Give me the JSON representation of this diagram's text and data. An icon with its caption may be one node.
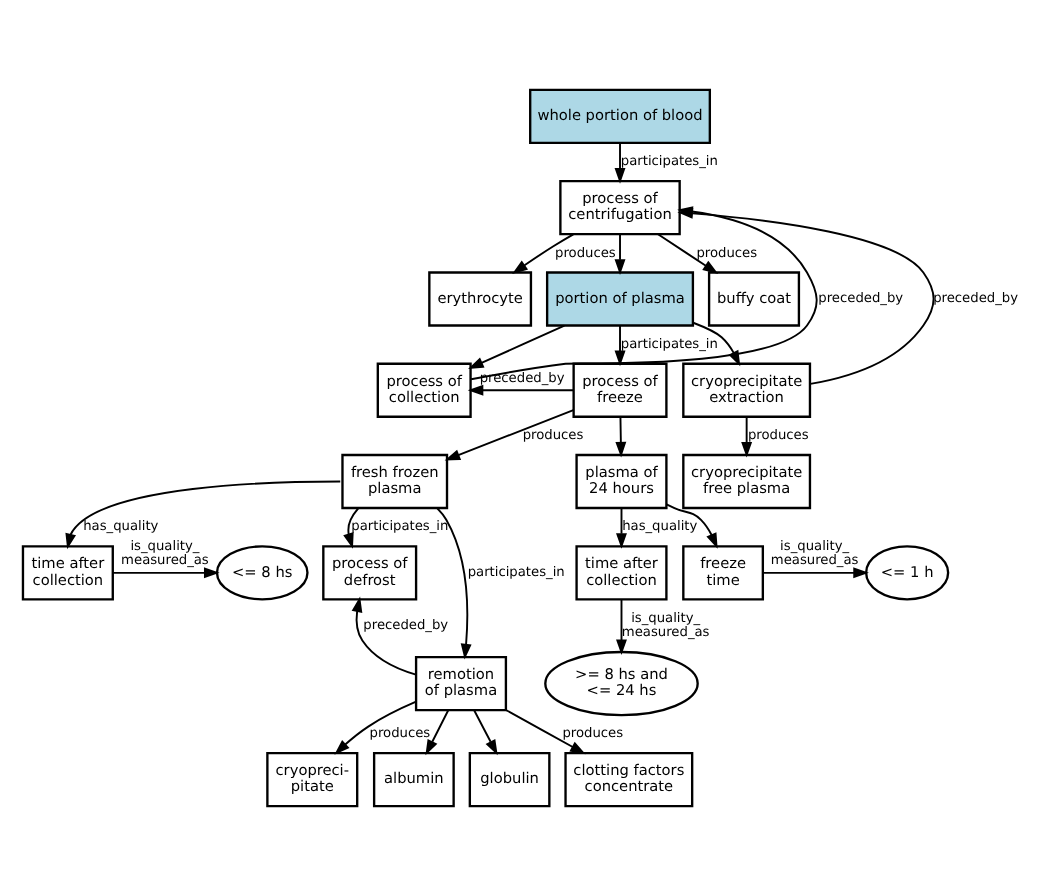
{
  "diagram": {
    "nodes": [
      {
        "text": [
          "whole portion of blood"
        ]
      },
      {
        "text": [
          "process of centrifugation"
        ]
      },
      {
        "text": [
          "erythrocyte"
        ]
      },
      {
        "text": [
          "portion of plasma"
        ]
      },
      {
        "text": [
          "buffy coat"
        ]
      },
      {
        "text": [
          "process of collection"
        ]
      },
      {
        "text": [
          "process of freeze"
        ]
      },
      {
        "text": [
          "cryoprecipitate extraction"
        ]
      },
      {
        "text": [
          "<= 8 hs"
        ]
      },
      {
        "text": [
          "time after collection"
        ]
      },
      {
        "text": [
          "fresh frozen plasma"
        ]
      },
      {
        "text": [
          "plasma of 24 hours"
        ]
      },
      {
        "text": [
          "cryoprecipitate free plasma"
        ]
      },
      {
        "text": [
          "process of defrost"
        ]
      },
      {
        "text": [
          "time after collection"
        ]
      },
      {
        "text": [
          "freeze time"
        ]
      },
      {
        "text": [
          "<= 1 h"
        ]
      },
      {
        "text": [
          "remotion of plasma"
        ]
      },
      {
        "text": [
          ">= 8 hs and <= 24 hs"
        ]
      },
      {
        "text": [
          "cryopreci- pitate"
        ]
      },
      {
        "text": [
          "albumin"
        ]
      },
      {
        "text": [
          "globulin"
        ]
      },
      {
        "text": [
          "clotting factors concentrate"
        ]
      }
    ],
    "edges": [
      {
        "from": 0,
        "to": 1,
        "arrow": "to",
        "label": "participates_in"
      },
      {
        "from": 1,
        "to": 2,
        "arrow": "to",
        "label": "produces"
      },
      {
        "from": 1,
        "to": 3,
        "arrow": "to"
      },
      {
        "from": 1,
        "to": 4,
        "arrow": "to",
        "label": "produces"
      },
      {
        "from": 5,
        "to": 1,
        "arrow": "to",
        "label": "preceded_by"
      },
      {
        "from": 7,
        "to": 1,
        "arrow": "to",
        "label": "preceded_by"
      },
      {
        "from": 3,
        "to": 5,
        "arrow": "to"
      },
      {
        "from": 3,
        "to": 6,
        "arrow": "to",
        "label": "participates_in"
      },
      {
        "from": 3,
        "to": 7,
        "arrow": "to"
      },
      {
        "from": 6,
        "to": 5,
        "arrow": "to",
        "label": "preceded_by"
      },
      {
        "from": 6,
        "to": 10,
        "arrow": "to",
        "label": "produces"
      },
      {
        "from": 6,
        "to": 11,
        "arrow": "to"
      },
      {
        "from": 7,
        "to": 12,
        "arrow": "to",
        "label": "produces"
      },
      {
        "from": 10,
        "to": 9,
        "arrow": "to",
        "label": "has_quality"
      },
      {
        "from": 9,
        "to": 8,
        "arrow": "to",
        "label": "is_quality_ measured_as"
      },
      {
        "from": 10,
        "to": 13,
        "arrow": "to",
        "label": "participates_in"
      },
      {
        "from": 10,
        "to": 17,
        "arrow": "to",
        "label": "participates_in"
      },
      {
        "from": 11,
        "to": 14,
        "arrow": "to",
        "label": "has_quality"
      },
      {
        "from": 11,
        "to": 15,
        "arrow": "to"
      },
      {
        "from": 14,
        "to": 18,
        "arrow": "to",
        "label": "is_quality_ measured_as"
      },
      {
        "from": 15,
        "to": 16,
        "arrow": "to",
        "label": "is_quality_ measured_as"
      },
      {
        "from": 17,
        "to": 13,
        "arrow": "to",
        "label": "preceded_by"
      },
      {
        "from": 17,
        "to": 19,
        "arrow": "to",
        "label": "produces"
      },
      {
        "from": 17,
        "to": 20,
        "arrow": "to"
      },
      {
        "from": 17,
        "to": 21,
        "arrow": "to"
      },
      {
        "from": 17,
        "to": 22,
        "arrow": "to",
        "label": "produces"
      }
    ]
  }
}
